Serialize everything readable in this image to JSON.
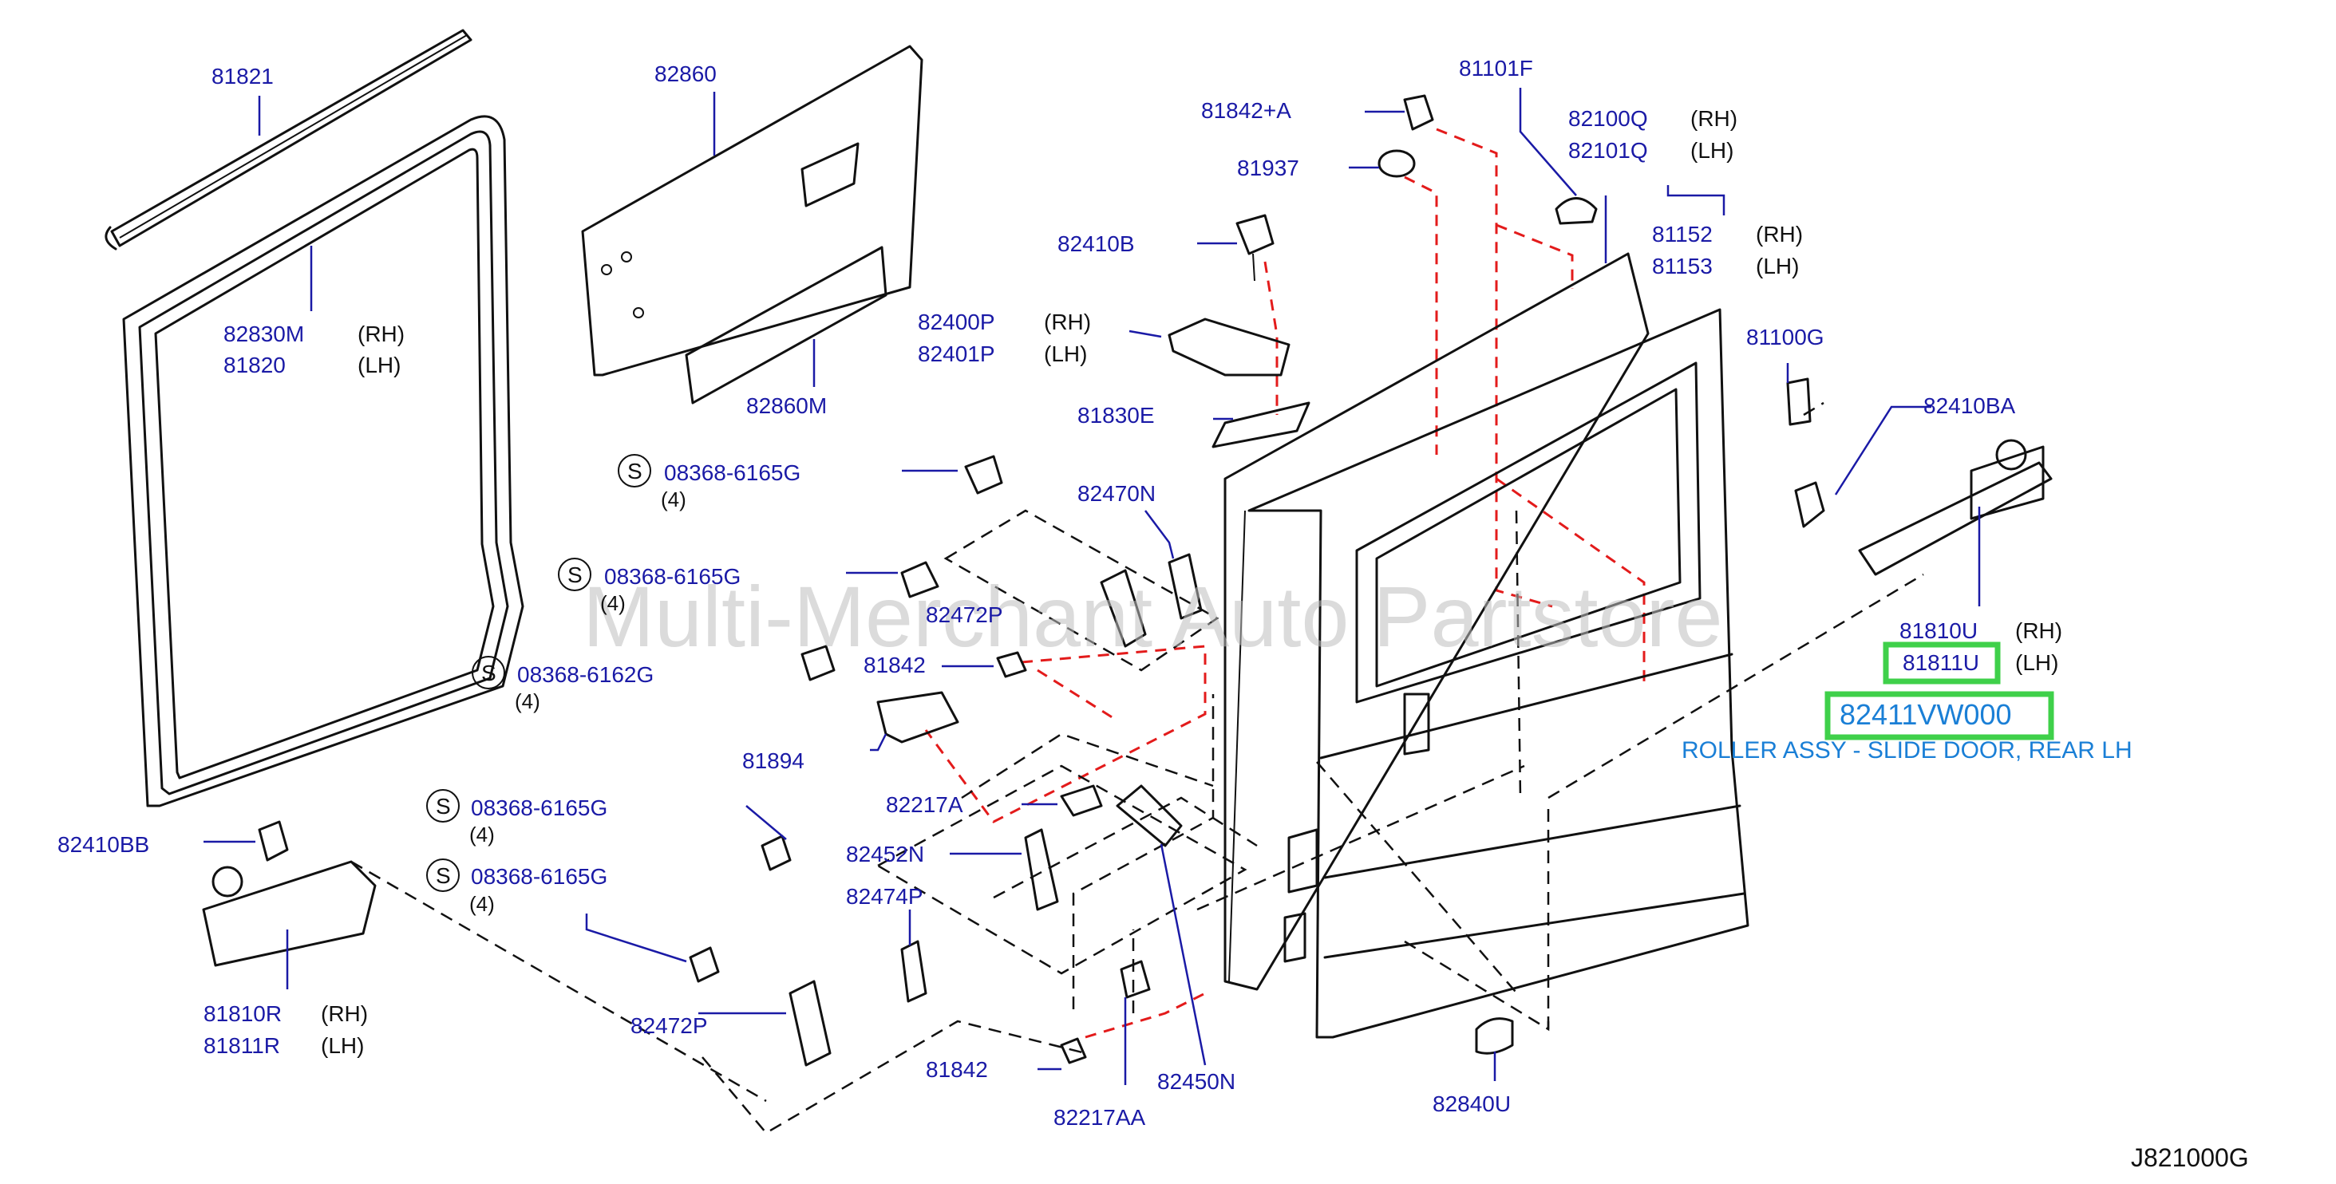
{
  "labels": {
    "p81821": "81821",
    "p82860": "82860",
    "p82830m": "82830M",
    "p81820": "81820",
    "p82860m": "82860M",
    "p81842a": "81842+A",
    "p81937": "81937",
    "p81101f": "81101F",
    "p82100q": "82100Q",
    "p82101q": "82101Q",
    "p81152": "81152",
    "p81153": "81153",
    "p82410b": "82410B",
    "p82400p": "82400P",
    "p82401p": "82401P",
    "p81100g": "81100G",
    "p81830e": "81830E",
    "p82410ba": "82410BA",
    "p82470n": "82470N",
    "p82472p_top": "82472P",
    "p81842_mid": "81842",
    "p81894": "81894",
    "p82217a": "82217A",
    "p82452n": "82452N",
    "p82474p": "82474P",
    "p82472p_bot": "82472P",
    "p81842_bot": "81842",
    "p82217aa": "82217AA",
    "p82450n": "82450N",
    "p82840u": "82840U",
    "p82410bb": "82410BB",
    "p81810r": "81810R",
    "p81811r": "81811R",
    "p81810u": "81810U",
    "p81811u": "81811U"
  },
  "qualifiers": {
    "rh": "(RH)",
    "lh": "(LH)"
  },
  "screws": {
    "s1": {
      "badge": "S",
      "code": "08368-6165G",
      "qty": "(4)"
    },
    "s2": {
      "badge": "S",
      "code": "08368-6165G",
      "qty": "(4)"
    },
    "s3": {
      "badge": "S",
      "code": "08368-6162G",
      "qty": "(4)"
    },
    "s4": {
      "badge": "S",
      "code": "08368-6165G",
      "qty": "(4)"
    },
    "s5": {
      "badge": "S",
      "code": "08368-6165G",
      "qty": "(4)"
    }
  },
  "highlight": {
    "part_number": "82411VW000",
    "description": "ROLLER ASSY - SLIDE DOOR, REAR LH"
  },
  "watermark": "Multi-Merchant Auto Partstore",
  "diagram_code": "J821000G",
  "colors": {
    "label_blue": "#1a1aa6",
    "highlight_green": "#3fd04a",
    "highlight_text": "#1a7fd6",
    "guide_red": "#e31b1b",
    "line_black": "#111111"
  }
}
